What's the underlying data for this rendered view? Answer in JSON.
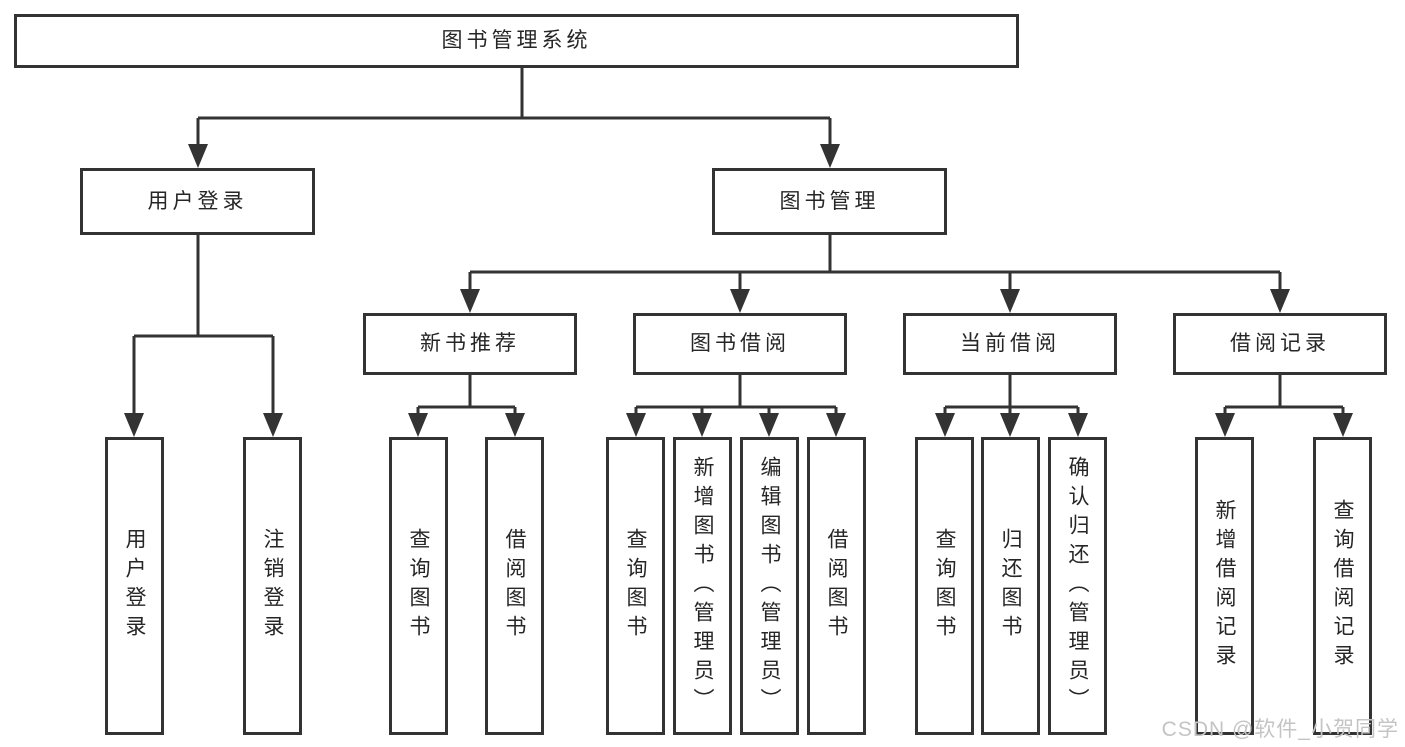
{
  "root": {
    "label": "图书管理系统"
  },
  "branches": [
    {
      "label": "用户登录",
      "children": [
        {
          "label": "用户登录"
        },
        {
          "label": "注销登录"
        }
      ]
    },
    {
      "label": "图书管理",
      "children": [
        {
          "label": "新书推荐",
          "children": [
            {
              "label": "查询图书"
            },
            {
              "label": "借阅图书"
            }
          ]
        },
        {
          "label": "图书借阅",
          "children": [
            {
              "label": "查询图书"
            },
            {
              "label": "新增图书（管理员）"
            },
            {
              "label": "编辑图书（管理员）"
            },
            {
              "label": "借阅图书"
            }
          ]
        },
        {
          "label": "当前借阅",
          "children": [
            {
              "label": "查询图书"
            },
            {
              "label": "归还图书"
            },
            {
              "label": "确认归还（管理员）"
            }
          ]
        },
        {
          "label": "借阅记录",
          "children": [
            {
              "label": "新增借阅记录"
            },
            {
              "label": "查询借阅记录"
            }
          ]
        }
      ]
    }
  ],
  "watermark": {
    "text": "CSDN @软件_小贺同学"
  },
  "colors": {
    "line": "#333333",
    "text": "#262626",
    "box_bg": "#ffffff",
    "background": "#ffffff",
    "watermark": "#c4c4c4"
  }
}
